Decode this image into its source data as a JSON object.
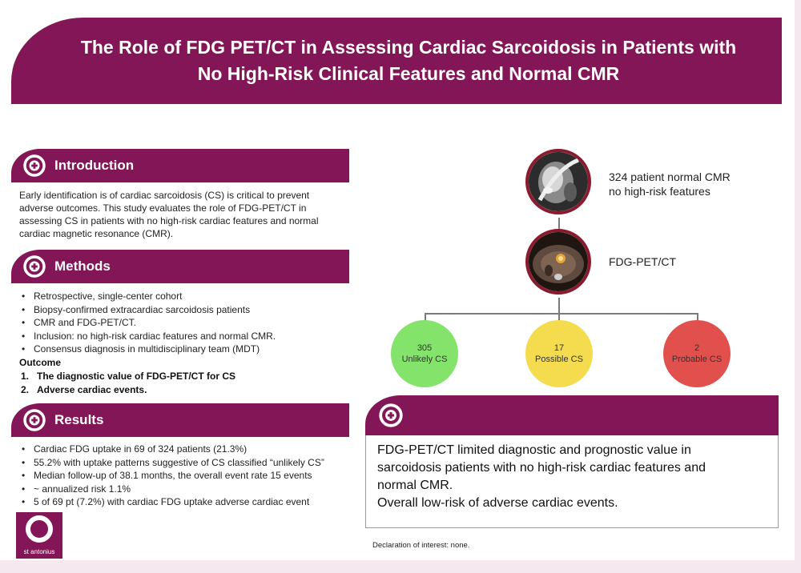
{
  "title": {
    "line1": "The Role of FDG PET/CT in Assessing Cardiac Sarcoidosis in Patients with",
    "line2": "No High-Risk Clinical Features and Normal CMR"
  },
  "introduction": {
    "heading": "Introduction",
    "text": "Early identification is of cardiac sarcoidosis (CS) is critical to prevent adverse outcomes. This study evaluates the role of FDG-PET/CT in assessing CS in patients with no high-risk cardiac features and normal cardiac magnetic resonance (CMR)."
  },
  "methods": {
    "heading": "Methods",
    "bullets": [
      "Retrospective, single-center cohort",
      "Biopsy-confirmed extracardiac sarcoidosis patients",
      "CMR and FDG-PET/CT.",
      "Inclusion: no high-risk cardiac features and normal CMR.",
      "Consensus diagnosis in multidisciplinary team (MDT)"
    ],
    "outcome_label": "Outcome",
    "outcomes": [
      {
        "num": "1.",
        "text": "The diagnostic value of FDG-PET/CT for CS"
      },
      {
        "num": "2.",
        "text": "Adverse cardiac events."
      }
    ]
  },
  "results": {
    "heading": "Results",
    "bullets": [
      "Cardiac FDG uptake in 69 of 324 patients (21.3%)",
      "55.2% with uptake patterns suggestive of CS classified “unlikely CS”",
      "Median follow-up of 38.1 months, the overall event rate 15 events",
      "~ annualized risk 1.1%",
      "5 of 69 pt (7.2%) with cardiac FDG uptake adverse cardiac event"
    ]
  },
  "flow": {
    "cmr_label_1": "324 patient normal CMR",
    "cmr_label_2": "no high-risk features",
    "pet_label": "FDG-PET/CT",
    "outcomes": [
      {
        "count": "305",
        "label": "Unlikely CS",
        "color": "#84e36b"
      },
      {
        "count": "17",
        "label": "Possible CS",
        "color": "#f4dc4e"
      },
      {
        "count": "2",
        "label": "Probable CS",
        "color": "#e2504e"
      }
    ]
  },
  "conclusion": {
    "line1": "FDG-PET/CT limited diagnostic and prognostic value in",
    "line2": "sarcoidosis patients with no high-risk cardiac features and",
    "line3": "normal CMR.",
    "line4": "Overall low-risk of adverse cardiac events."
  },
  "declaration": "Declaration of interest: none.",
  "logo_text": "st antonius",
  "colors": {
    "brand": "#831657",
    "ring": "#8c1a2e"
  }
}
